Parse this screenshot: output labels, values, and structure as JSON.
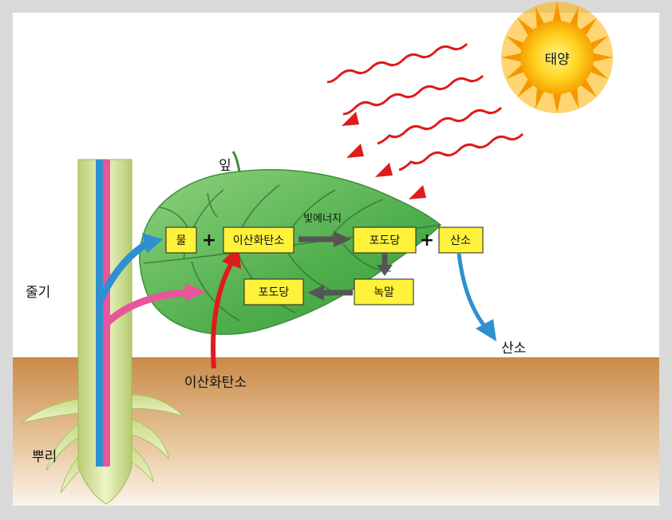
{
  "labels": {
    "sun": "태양",
    "leaf": "잎",
    "stem": "줄기",
    "root": "뿌리",
    "oxygen_out": "산소",
    "co2_in": "이산화탄소",
    "light_energy": "빛에너지"
  },
  "boxes": {
    "water": "물",
    "co2": "이산화탄소",
    "glucose": "포도당",
    "oxygen": "산소",
    "starch": "녹말",
    "glucose_transport": "포도당"
  },
  "operators": {
    "plus": "+"
  },
  "colors": {
    "box_fill": "#fff23a",
    "leaf": "#5fb85a",
    "soil": "#c98a4a",
    "xylem": "#2f8fd0",
    "phloem": "#e8559a",
    "sun_ray": "#e01b1b"
  }
}
